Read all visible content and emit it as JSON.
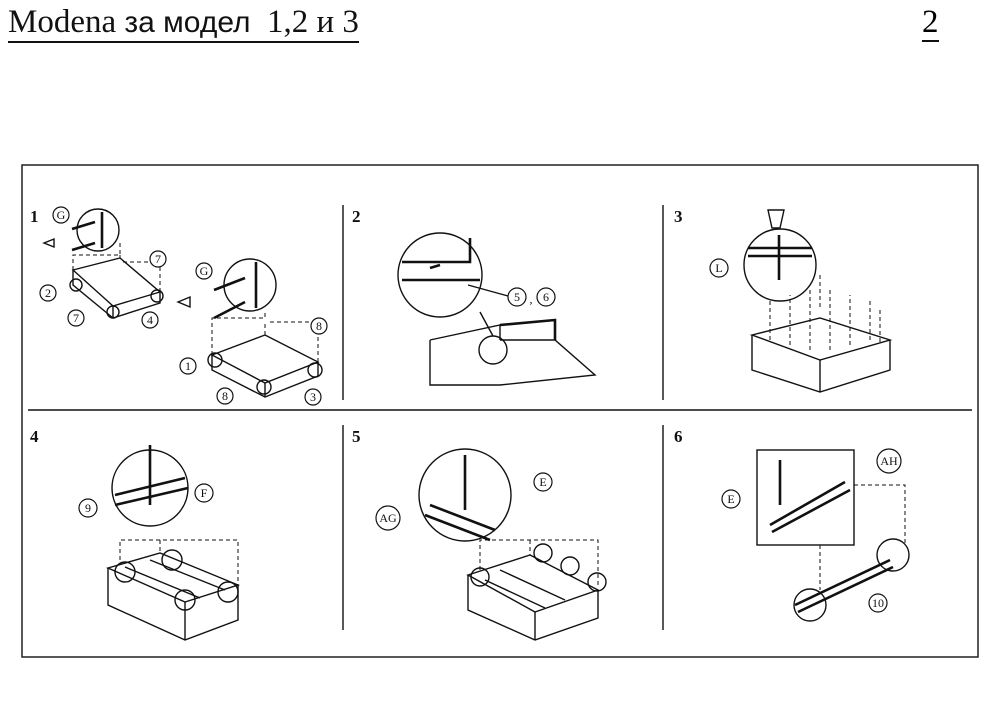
{
  "header": {
    "title_latin": "Modena",
    "title_cyrillic": "за модел",
    "title_models": "1,2 и 3",
    "page_number": "2"
  },
  "steps": [
    {
      "number": "1",
      "callouts": [
        "G",
        "7",
        "2",
        "7",
        "4",
        "G",
        "8",
        "1",
        "8",
        "3"
      ]
    },
    {
      "number": "2",
      "callouts": [
        "5",
        "6"
      ],
      "separator": ","
    },
    {
      "number": "3",
      "callouts": [
        "L"
      ]
    },
    {
      "number": "4",
      "callouts": [
        "9",
        "F"
      ]
    },
    {
      "number": "5",
      "callouts": [
        "E",
        "AG"
      ]
    },
    {
      "number": "6",
      "callouts": [
        "AH",
        "E",
        "10"
      ]
    }
  ]
}
